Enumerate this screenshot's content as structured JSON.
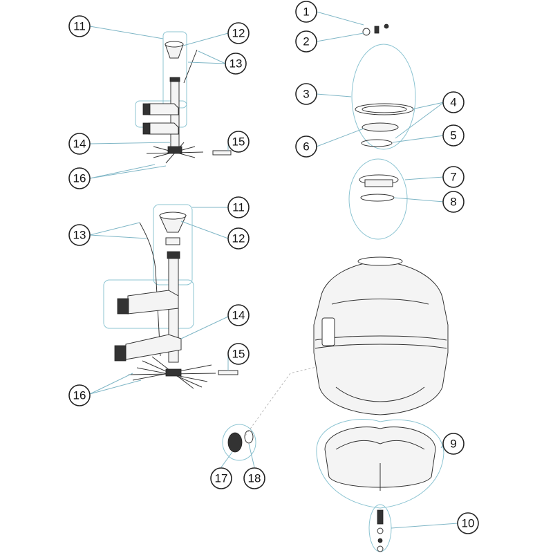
{
  "callouts": [
    {
      "id": "c1",
      "label": "1"
    },
    {
      "id": "c2",
      "label": "2"
    },
    {
      "id": "c3",
      "label": "3"
    },
    {
      "id": "c4",
      "label": "4"
    },
    {
      "id": "c5",
      "label": "5"
    },
    {
      "id": "c6",
      "label": "6"
    },
    {
      "id": "c7",
      "label": "7"
    },
    {
      "id": "c8",
      "label": "8"
    },
    {
      "id": "c9",
      "label": "9"
    },
    {
      "id": "c10",
      "label": "10"
    },
    {
      "id": "c11a",
      "label": "11"
    },
    {
      "id": "c12a",
      "label": "12"
    },
    {
      "id": "c13a",
      "label": "13"
    },
    {
      "id": "c14a",
      "label": "14"
    },
    {
      "id": "c15a",
      "label": "15"
    },
    {
      "id": "c16a",
      "label": "16"
    },
    {
      "id": "c11b",
      "label": "11"
    },
    {
      "id": "c12b",
      "label": "12"
    },
    {
      "id": "c13b",
      "label": "13"
    },
    {
      "id": "c14b",
      "label": "14"
    },
    {
      "id": "c15b",
      "label": "15"
    },
    {
      "id": "c16b",
      "label": "16"
    },
    {
      "id": "c17",
      "label": "17"
    },
    {
      "id": "c18",
      "label": "18"
    }
  ],
  "colors": {
    "leader": "#7fb6c6",
    "outline": "#333333",
    "fill": "#f4f4f4"
  }
}
